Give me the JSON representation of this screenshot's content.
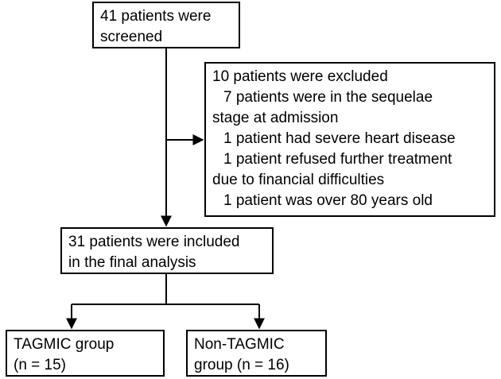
{
  "boxes": {
    "screened": {
      "lines": [
        "41 patients were",
        "screened"
      ]
    },
    "excluded": {
      "title": "10 patients were excluded",
      "reasons": [
        "7 patients were in the sequelae",
        "stage at admission",
        "1 patient had severe heart disease",
        "1 patient refused further treatment",
        "due to financial difficulties",
        "1 patient was over 80 years old"
      ]
    },
    "included": {
      "lines": [
        "31 patients were included",
        "in the final analysis"
      ]
    },
    "tagmic": {
      "lines": [
        "TAGMIC group",
        "(n = 15)"
      ]
    },
    "nontagmic": {
      "lines": [
        "Non-TAGMIC",
        "group (n = 16)"
      ]
    }
  },
  "colors": {
    "stroke": "#000000",
    "background": "#ffffff"
  }
}
